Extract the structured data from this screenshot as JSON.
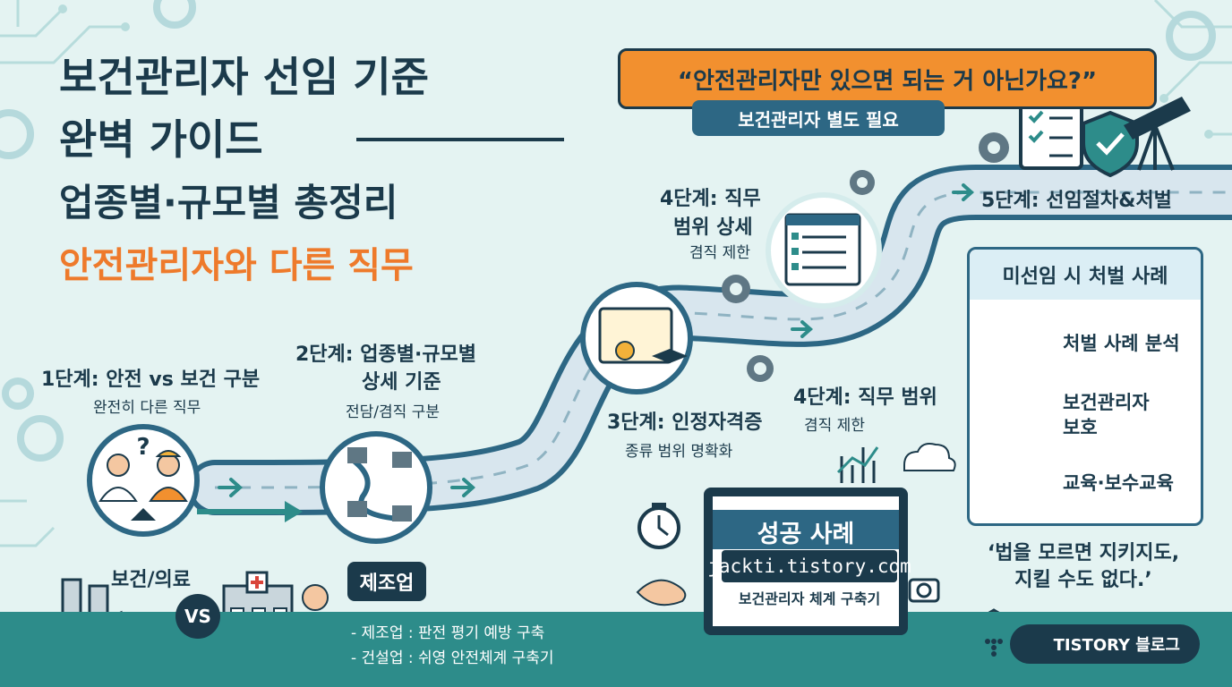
{
  "title": {
    "line1": "보건관리자 선임 기준",
    "line2": "완벽 가이드",
    "line3": "업종별·규모별 총정리",
    "line4": "안전관리자와 다른 직무"
  },
  "quote": {
    "text": "“안전관리자만 있으면 되는 거 아닌가요?”",
    "answer": "보건관리자 별도 필요"
  },
  "steps": [
    {
      "title": "1단계: 안전 vs 보건 구분",
      "sub": "완전히 다른 직무"
    },
    {
      "title": "2단계: 업종별·규모별",
      "title2": "상세 기준",
      "sub": "전담/겸직 구분"
    },
    {
      "title": "3단계: 인정자격증",
      "sub": "종류 범위 명확화"
    },
    {
      "title": "4단계: 직무",
      "title2": "범위 상세",
      "sub": "겸직 제한"
    },
    {
      "title": "4단계: 직무 범위",
      "sub": "겸직 제한"
    },
    {
      "title": "5단계: 선임절차&처벌"
    }
  ],
  "panel": {
    "heading": "미선임 시 처벌 사례",
    "items": [
      "처벌 사례 분석",
      "보건관리자",
      "보호",
      "교육·보수교육"
    ]
  },
  "bottom": {
    "health_label": "보건/의료",
    "vs": "VS",
    "manufacturing": "제조업",
    "notes": [
      "- 제조업 : 판전 평기 예방 구축",
      "- 건설업 : 쉬영 안전체계 구축기"
    ]
  },
  "laptop": {
    "heading": "성공 사례",
    "url": "jackti.tistory.com",
    "caption": "보건관리자 체계 구축기"
  },
  "saying": {
    "line1": "‘법을 모르면 지키지도,",
    "line2": "지킬 수도 없다.’"
  },
  "badge": "TISTORY 블로그",
  "colors": {
    "background": "#e4f3f2",
    "navy": "#1b3a4b",
    "orange": "#ee7a2b",
    "teal": "#2d8c8a",
    "blue": "#2d6784"
  }
}
